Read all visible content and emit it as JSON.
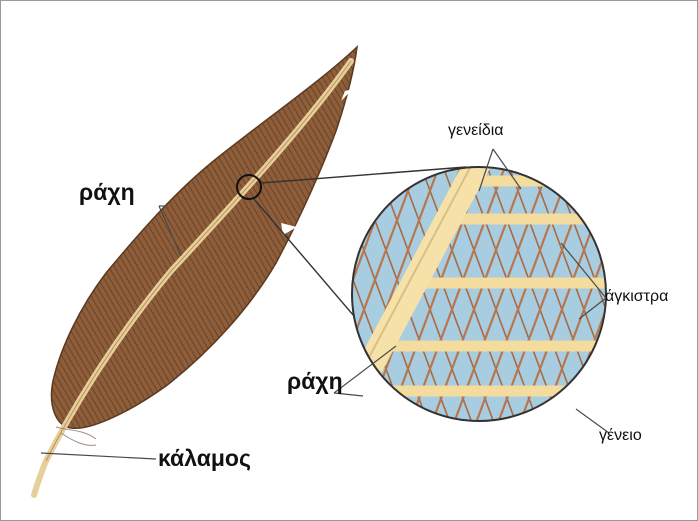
{
  "labels": {
    "rachis_left": "ράχη",
    "rachis_right": "ράχη",
    "calamus": "κάλαμος",
    "barbules": "γενείδια",
    "hooks": "άγκιστρα",
    "barb": "γένειο"
  },
  "colors": {
    "vane": "#8b5a36",
    "vane_dark": "#5e3b22",
    "shaft": "#efd9a6",
    "mesh_background": "#a9cde0",
    "mesh_bar": "#f3dc9d",
    "mesh_strand": "#b7764e",
    "leader_line": "#4a4a4a"
  }
}
